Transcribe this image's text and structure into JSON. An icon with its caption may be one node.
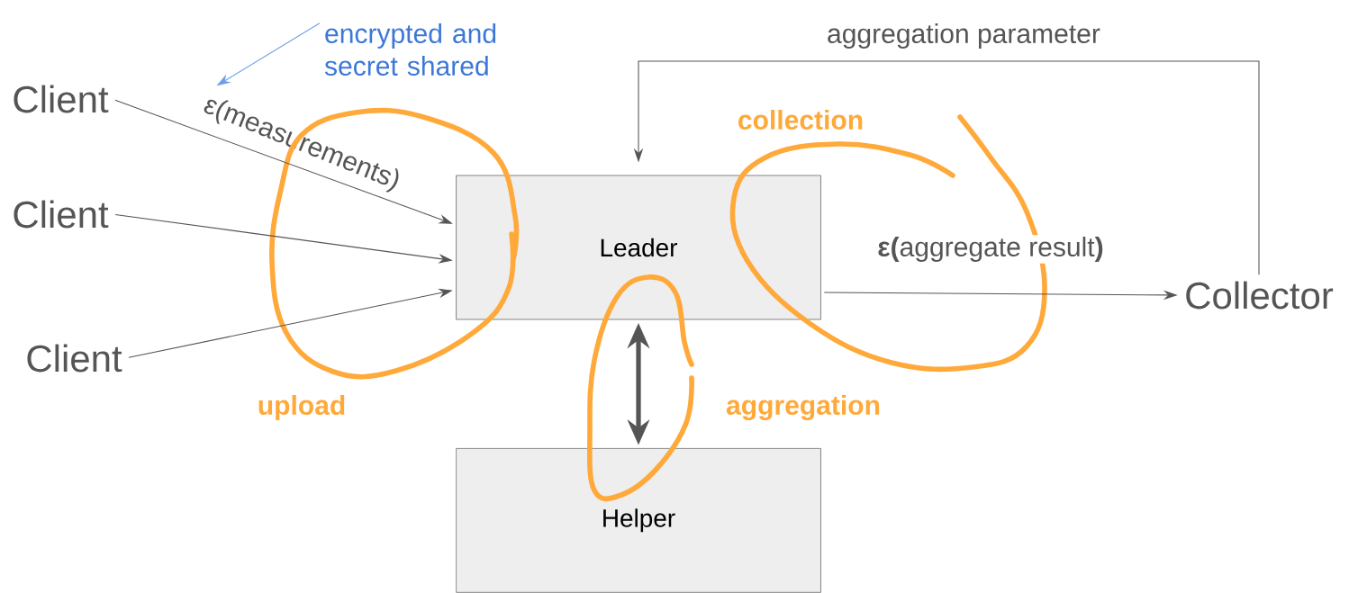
{
  "diagram": {
    "nodes": [
      {
        "text": [
          "Client"
        ]
      },
      {
        "text": [
          "Client"
        ]
      },
      {
        "text": [
          "Client"
        ]
      },
      {
        "text": [
          "Leader"
        ]
      },
      {
        "text": [
          "Helper"
        ]
      },
      {
        "text": [
          "Collector"
        ]
      },
      {
        "text": [
          "encrypted and secret shared"
        ]
      },
      {
        "text": [
          "ε(measurements)"
        ]
      }
    ],
    "edges": [
      {
        "from": 0,
        "to": 3,
        "arrow": "to"
      },
      {
        "from": 1,
        "to": 3,
        "arrow": "to"
      },
      {
        "from": 2,
        "to": 3,
        "arrow": "to"
      },
      {
        "from": 3,
        "to": 4,
        "arrow": "both",
        "style": "thick"
      },
      {
        "from": 3,
        "to": 5,
        "arrow": "to",
        "label": "**ε(**aggregate result**)**"
      },
      {
        "from": 5,
        "to": 3,
        "arrow": "to",
        "label": "aggregation parameter"
      },
      {
        "from": 6,
        "to": 7,
        "arrow": "to",
        "color": "#6d9eeb"
      }
    ],
    "labels": [
      "collection",
      "upload",
      "aggregation"
    ]
  }
}
